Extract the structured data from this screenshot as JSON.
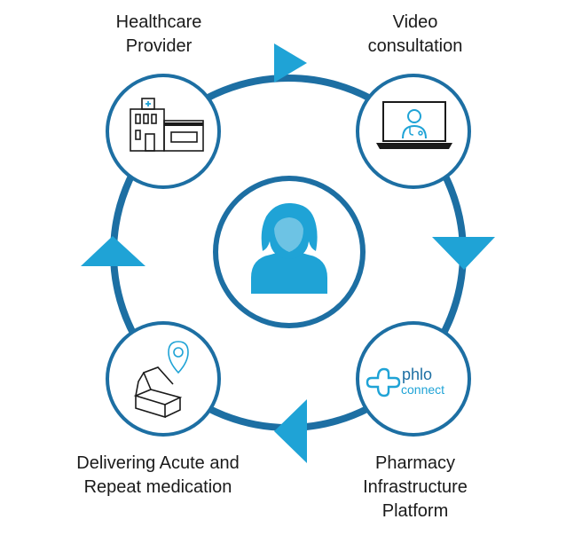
{
  "colors": {
    "ring": "#1d6fa3",
    "accent": "#1fa3d6",
    "icon_dark": "#1a1a1a",
    "background": "#ffffff"
  },
  "nodes": {
    "center": {
      "icon": "user-avatar-icon"
    },
    "healthcare": {
      "line1": "Healthcare",
      "line2": "Provider",
      "icon": "hospital-icon"
    },
    "video": {
      "line1": "Video",
      "line2": "consultation",
      "icon": "laptop-doctor-icon"
    },
    "pharmacy": {
      "line1": "Pharmacy",
      "line2": "Infrastructure",
      "line3": "Platform",
      "icon": "phlo-connect-logo"
    },
    "delivering": {
      "line1": "Delivering Acute and",
      "line2": "Repeat medication",
      "icon": "parcel-location-icon"
    }
  },
  "logo": {
    "word1": "phlo",
    "word2": "connect"
  },
  "arrows": [
    "right",
    "down",
    "left",
    "up"
  ]
}
